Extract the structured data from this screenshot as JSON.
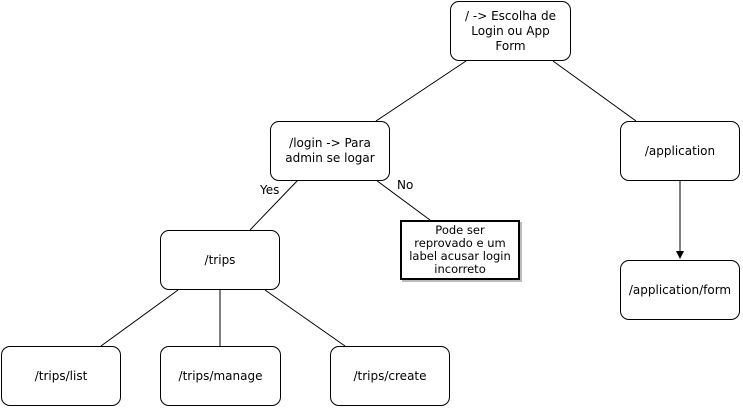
{
  "nodes": {
    "root": "/ -> Escolha de Login ou App Form",
    "login": "/login -> Para admin se logar",
    "application": "/application",
    "trips": "/trips",
    "fail": "Pode ser reprovado e um label acusar login incorreto",
    "application_form": "/application/form",
    "trips_list": "/trips/list",
    "trips_manage": "/trips/manage",
    "trips_create": "/trips/create"
  },
  "edge_labels": {
    "yes": "Yes",
    "no": "No"
  }
}
